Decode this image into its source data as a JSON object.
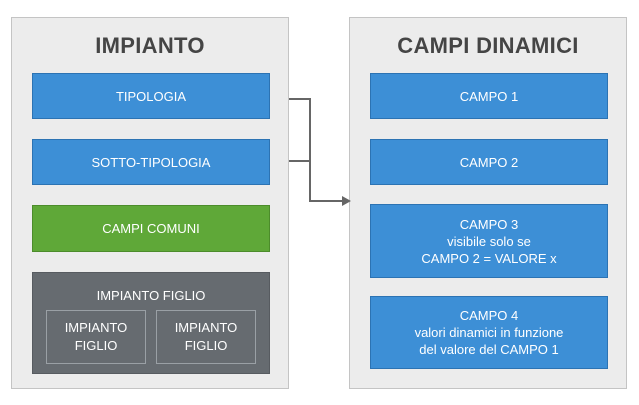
{
  "left_panel": {
    "title": "IMPIANTO",
    "tipologia": "TIPOLOGIA",
    "sotto_tipologia": "SOTTO-TIPOLOGIA",
    "campi_comuni": "CAMPI COMUNI",
    "impianto_figlio": {
      "label": "IMPIANTO FIGLIO",
      "children": [
        {
          "line1": "IMPIANTO",
          "line2": "FIGLIO"
        },
        {
          "line1": "IMPIANTO",
          "line2": "FIGLIO"
        }
      ]
    }
  },
  "right_panel": {
    "title": "CAMPI DINAMICI",
    "campo1": "CAMPO 1",
    "campo2": "CAMPO 2",
    "campo3": {
      "line1": "CAMPO 3",
      "line2": "visibile solo se",
      "line3": "CAMPO 2 = VALORE x"
    },
    "campo4": {
      "line1": "CAMPO 4",
      "line2": "valori dinamici in funzione",
      "line3": "del valore del CAMPO 1"
    }
  },
  "colors": {
    "blue": "#3d8fd6",
    "green": "#5fa838",
    "dark_gray": "#666b70",
    "panel_bg": "#ececec",
    "connector": "#666666"
  }
}
